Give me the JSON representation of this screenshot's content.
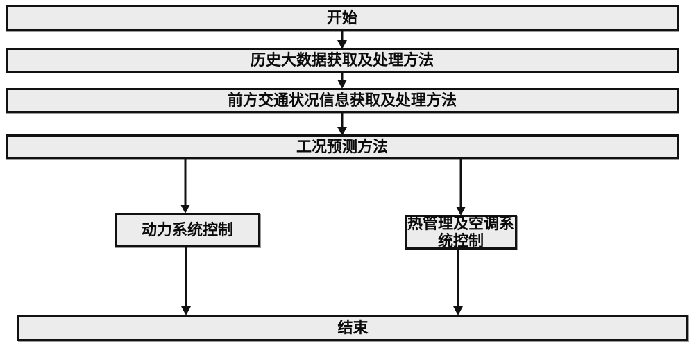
{
  "figure": {
    "type": "flowchart",
    "background": "#ffffff",
    "box_fill": "#ececec",
    "box_border": "#111111",
    "arrow_color": "#111111",
    "text_color": "#0a0a0a"
  },
  "nodes": {
    "start": {
      "label": "开始"
    },
    "history": {
      "label": "历史大数据获取及处理方法"
    },
    "traffic": {
      "label": "前方交通状况信息获取及处理方法"
    },
    "prediction": {
      "label": "工况预测方法"
    },
    "power": {
      "label": "动力系统控制"
    },
    "thermal": {
      "label": "热管理及空调系统控制"
    },
    "end": {
      "label": "结束"
    }
  },
  "edges": [
    {
      "from": "start",
      "to": "history"
    },
    {
      "from": "history",
      "to": "traffic"
    },
    {
      "from": "traffic",
      "to": "prediction"
    },
    {
      "from": "prediction",
      "to": "power"
    },
    {
      "from": "prediction",
      "to": "thermal"
    },
    {
      "from": "power",
      "to": "end"
    },
    {
      "from": "thermal",
      "to": "end"
    }
  ]
}
